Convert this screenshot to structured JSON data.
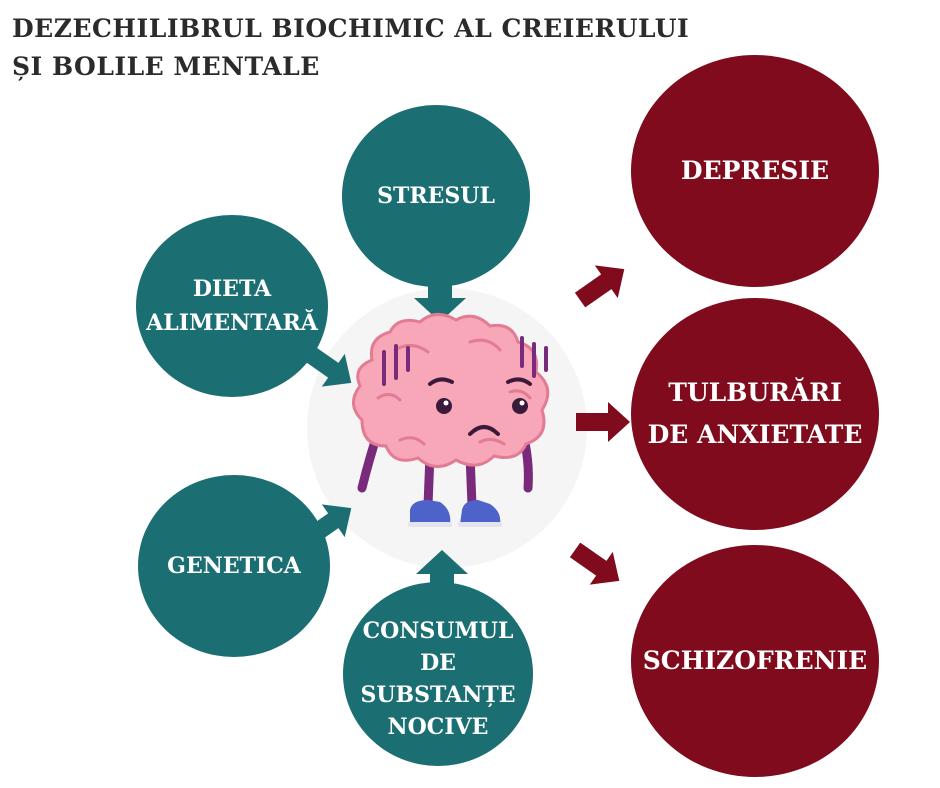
{
  "title": {
    "line1": "DEZECHILIBRUL BIOCHIMIC AL CREIERULUI",
    "line2": "ȘI BOLILE MENTALE"
  },
  "causes": {
    "stress": {
      "label": "STRESUL"
    },
    "diet": {
      "line1": "DIETA",
      "line2": "ALIMENTARĂ"
    },
    "genetics": {
      "label": "GENETICA"
    },
    "substances": {
      "line1": "CONSUMUL",
      "line2": "DE",
      "line3": "SUBSTANȚE",
      "line4": "NOCIVE"
    }
  },
  "effects": {
    "depression": {
      "label": "DEPRESIE"
    },
    "anxiety": {
      "line1": "TULBURĂRI",
      "line2": "DE ANXIETATE"
    },
    "schizophrenia": {
      "label": "SCHIZOFRENIE"
    }
  },
  "colors": {
    "cause": "#1b6e72",
    "effect": "#7f0b1c",
    "brain": "#f7a7b8",
    "limbs": "#7a2a7a",
    "shoes": "#4e63c9"
  },
  "center_icon": "sad-brain-icon"
}
